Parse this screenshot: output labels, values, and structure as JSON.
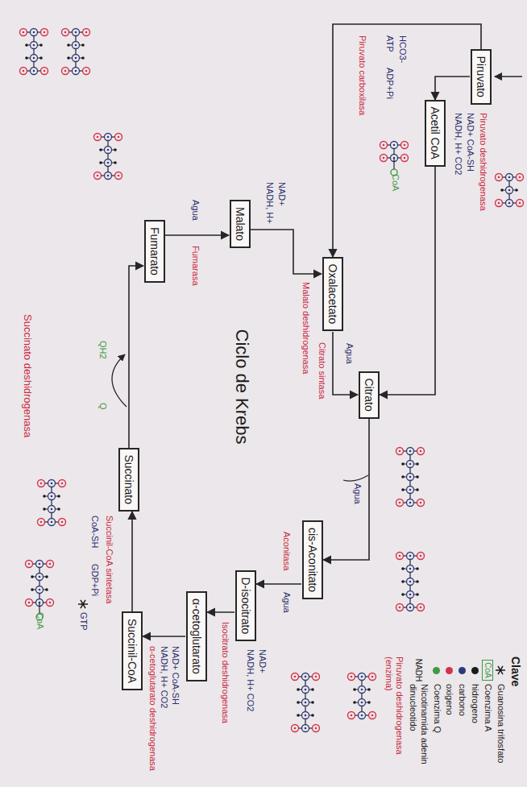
{
  "diagram": {
    "title": "Ciclo de Krebs",
    "nodes": [
      {
        "text": [
          "Piruvato"
        ]
      },
      {
        "text": [
          "Acetil CoA"
        ]
      },
      {
        "text": [
          "Oxalacetato"
        ]
      },
      {
        "text": [
          "Citrato"
        ]
      },
      {
        "text": [
          "cis-Aconitato"
        ]
      },
      {
        "text": [
          "D-isocitrato"
        ]
      },
      {
        "text": [
          "α-cetoglutarato"
        ]
      },
      {
        "text": [
          "Succinil-CoA"
        ]
      },
      {
        "text": [
          "Succinato"
        ]
      },
      {
        "text": [
          "Fumarato"
        ]
      },
      {
        "text": [
          "Malato"
        ]
      }
    ],
    "edges": [
      {
        "from": 0,
        "to": 1,
        "arrow": "to",
        "label": "Piruvato deshidrogenasa"
      },
      {
        "from": 1,
        "to": 3,
        "arrow": "to"
      },
      {
        "from": 2,
        "to": 3,
        "arrow": "to",
        "label": "Citrato sintasa"
      },
      {
        "from": 3,
        "to": 4,
        "arrow": "to"
      },
      {
        "from": 4,
        "to": 5,
        "arrow": "to",
        "label": "Aconitasa"
      },
      {
        "from": 5,
        "to": 6,
        "arrow": "to",
        "label": "Isocitrato deshidrogenasa"
      },
      {
        "from": 6,
        "to": 7,
        "arrow": "to",
        "label": "α-cetoglutarato deshidrogenasa"
      },
      {
        "from": 7,
        "to": 8,
        "arrow": "to",
        "label": "Succinil-CoA sintetasa"
      },
      {
        "from": 8,
        "to": 9,
        "arrow": "to",
        "label": "Succinato deshidrogenasa"
      },
      {
        "from": 9,
        "to": 10,
        "arrow": "to",
        "label": "Fumarasa"
      },
      {
        "from": 10,
        "to": 2,
        "arrow": "to",
        "label": "Malato deshidrogenasa"
      },
      {
        "from": 0,
        "to": 2,
        "arrow": "to",
        "label": "Piruvato carboxilasa"
      }
    ],
    "labels": [
      "Clave",
      "CoA",
      "NADH",
      "Piruvato deshidrogenasa (enzima)",
      "NAD+ CoA-SH",
      "NADH, H+ CO2",
      "HCO3-",
      "ATP",
      "ADP+Pi",
      "CoA",
      "Agua",
      "Agua",
      "Agua",
      "NAD+",
      "NADH, H+ CO2",
      "NAD+ CoA-SH",
      "NADH, H+ CO2",
      "GDP+Pi",
      "CoA-SH",
      "GTP",
      "Q",
      "QH2",
      "Agua",
      "NAD+",
      "NADH, H+",
      "CoA"
    ],
    "legend": [
      {
        "text": "Guanosina trifosfato"
      },
      {
        "text": "Coenzima A"
      },
      {
        "text": "hidrogeno",
        "color": "#1a1a1a"
      },
      {
        "text": "carbono",
        "color": "#2b3a7a"
      },
      {
        "text": "oxigeno",
        "color": "#d4324a"
      },
      {
        "text": "Coenzima Q",
        "color": "#3d9a46"
      },
      {
        "text": "Nicotinamida adenin dinucleotido"
      }
    ]
  }
}
